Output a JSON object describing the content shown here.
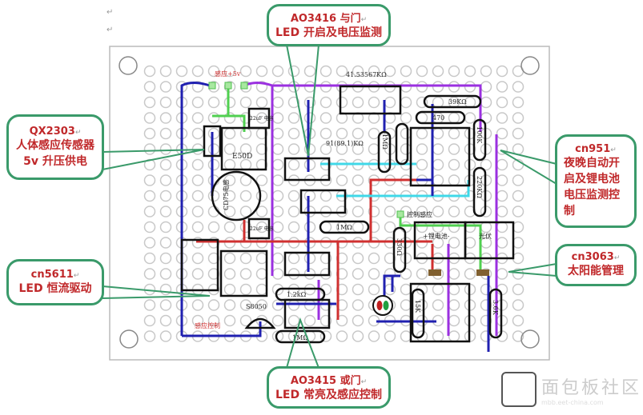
{
  "callouts": {
    "ao3416": {
      "line1": "AO3416 与门",
      "line2": "LED 开启及电压监测"
    },
    "qx2303": {
      "line1": "QX2303",
      "line2": "人体感应传感器 5v 升压供电"
    },
    "cn5611": {
      "line1": "cn5611",
      "line2": "LED 恒流驱动"
    },
    "cn951": {
      "line1": "cn951",
      "line2": "夜晚自动开启及锂电池电压监测控制"
    },
    "cn3063": {
      "line1": "cn3063",
      "line2": "太阳能管理"
    },
    "ao3415": {
      "line1": "AO3415 或门",
      "line2": "LED 常亮及感应控制"
    }
  },
  "return_mark": "↵",
  "board": {
    "sense_5v": "感应+5v",
    "r_41k": "41.53567KΩ",
    "r_91k": "91(89.1)KΩ",
    "r_39k": "39KΩ",
    "r_470": "470",
    "r_100k": "100K",
    "r_220k": "220KΩ",
    "r_1m_a": "1MΩ",
    "r_1m_b": "1MΩ",
    "r_1m_c": "1MΩ",
    "r_1_2k": "1.2kΩ",
    "r_330": "330Ω",
    "r_15k": "15K",
    "r_3_6k": "3.6K",
    "transistor": "S8050",
    "sense_ctrl": "感应控制",
    "ctrl_sense": "控制感应",
    "battery": "+锂电池-",
    "pv": "光伏",
    "inductor": "CD75电感",
    "cap_a": "22uF 电容",
    "cap_b": "22uF 电容",
    "chip_e50d": "E50D"
  },
  "watermark": {
    "name": "面包板社区",
    "sub": "mbb.eet-china.com"
  }
}
